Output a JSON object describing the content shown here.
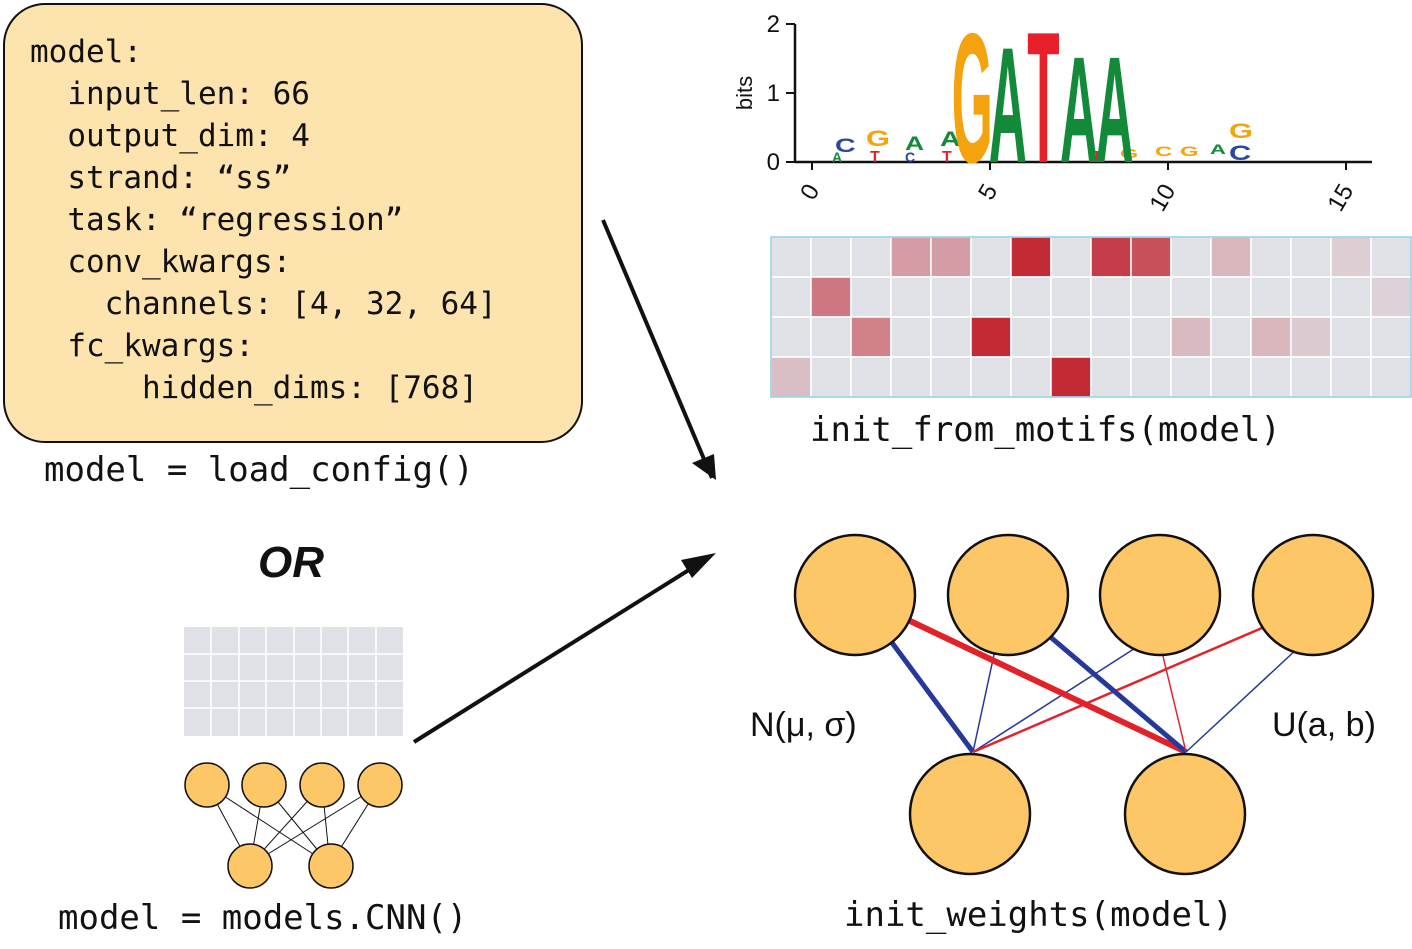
{
  "config": {
    "lines": [
      "model:",
      "  input_len: 66",
      "  output_dim: 4",
      "  strand: “ss”",
      "  task: “regression”",
      "  conv_kwargs:",
      "    channels: [4, 32, 64]",
      "  fc_kwargs:",
      "      hidden_dims: [768]"
    ]
  },
  "captions": {
    "load_config": "model = load_config()",
    "or": "OR",
    "models_cnn": "model = models.CNN()",
    "init_from_motifs": "init_from_motifs(model)",
    "init_weights": "init_weights(model)",
    "normal": "N(μ, σ)",
    "uniform": "U(a, b)"
  },
  "motif_logo": {
    "ylabel": "bits",
    "yticks": [
      "0",
      "1",
      "2"
    ],
    "xticks": [
      "0",
      "5",
      "10",
      "15"
    ],
    "letters": [
      {
        "pos": 4,
        "char": "G",
        "bits": 1.93,
        "color": "#f5a20f"
      },
      {
        "pos": 5,
        "char": "A",
        "bits": 1.72,
        "color": "#138a39"
      },
      {
        "pos": 6,
        "char": "T",
        "bits": 1.95,
        "color": "#e8202a"
      },
      {
        "pos": 7,
        "char": "A",
        "bits": 1.58,
        "color": "#138a39"
      },
      {
        "pos": 8,
        "char": "A",
        "bits": 1.58,
        "color": "#138a39"
      }
    ],
    "colors": {
      "A": "#138a39",
      "C": "#2a45a5",
      "G": "#f5a20f",
      "T": "#e8202a"
    }
  },
  "heatmap": {
    "rows": 4,
    "cols": 16,
    "cells": [
      [
        0,
        0,
        0,
        0.35,
        0.35,
        0,
        0.95,
        0,
        0.85,
        0.75,
        0,
        0.22,
        0,
        0,
        0.1,
        0
      ],
      [
        0,
        0.55,
        0,
        0,
        0,
        0,
        0,
        0,
        0,
        0,
        0,
        0,
        0,
        0,
        0,
        0.08
      ],
      [
        0,
        0,
        0.5,
        0,
        0,
        0.95,
        0,
        0,
        0,
        0,
        0.2,
        0,
        0.22,
        0.12,
        0,
        0
      ],
      [
        0.18,
        0,
        0,
        0,
        0,
        0,
        0,
        0.95,
        0,
        0,
        0,
        0,
        0,
        0,
        0,
        0
      ]
    ]
  },
  "colors": {
    "node_fill": "#fdc666",
    "node_stroke": "#111111",
    "box_fill": "#fde3ad",
    "heat_base": "#dfe1e6",
    "heat_high": "#c0202c",
    "weight_red": "#e22229",
    "weight_blue": "#26399b"
  }
}
